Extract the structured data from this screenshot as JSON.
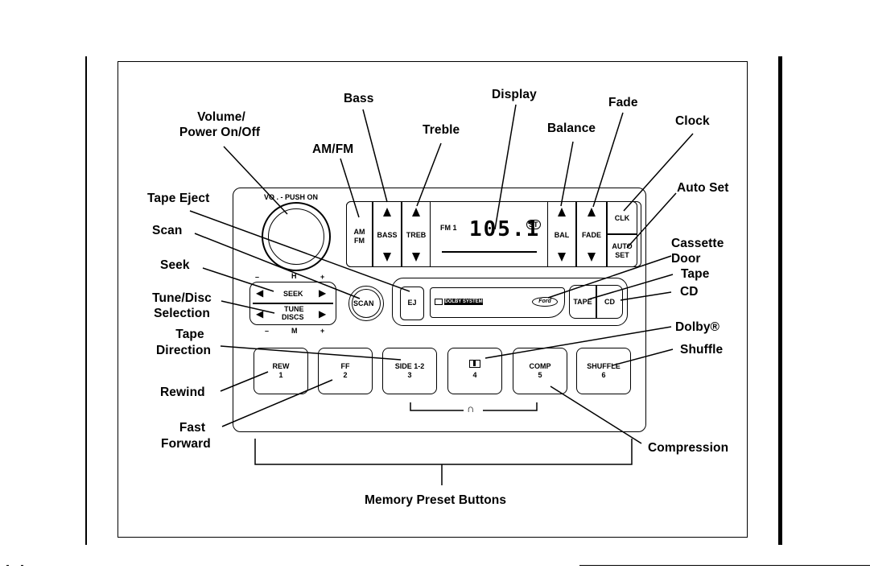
{
  "labels": {
    "volume": "Volume/",
    "power": "Power On/Off",
    "bass": "Bass",
    "display": "Display",
    "fade": "Fade",
    "treble": "Treble",
    "balance": "Balance",
    "clock": "Clock",
    "amfm": "AM/FM",
    "auto_set": "Auto Set",
    "tape_eject": "Tape Eject",
    "scan": "Scan",
    "cassette": "Cassette",
    "door": "Door",
    "tape": "Tape",
    "cd": "CD",
    "seek": "Seek",
    "tune_disc": "Tune/Disc",
    "selection": "Selection",
    "tape2": "Tape",
    "direction": "Direction",
    "dolby": "Dolby®",
    "shuffle": "Shuffle",
    "rewind": "Rewind",
    "fast": "Fast",
    "forward": "Forward",
    "compression": "Compression",
    "memory_preset": "Memory Preset Buttons"
  },
  "radio": {
    "vol_label": "VO . - PUSH ON",
    "am": "AM",
    "fm": "FM",
    "bass": "BASS",
    "treb": "TREB",
    "fm1": "FM 1",
    "freq": "105.1",
    "st": "ST",
    "bal": "BAL",
    "fade": "FADE",
    "clk": "CLK",
    "auto": "AUTO",
    "set": "SET",
    "h": "H",
    "m": "M",
    "plus": "+",
    "minus": "–",
    "seek": "SEEK",
    "tune": "TUNE",
    "discs": "DISCS",
    "scan": "SCAN",
    "ej": "EJ",
    "dolby_text": "DOLBY SYSTEM",
    "ford": "Ford",
    "tape": "TAPE",
    "cd": "CD",
    "rew": "REW",
    "ff": "FF",
    "side": "SIDE 1-2",
    "comp": "COMP",
    "shuffle": "SHUFFLE",
    "n1": "1",
    "n2": "2",
    "n3": "3",
    "n4": "4",
    "n5": "5",
    "n6": "6",
    "omega": "∩"
  }
}
